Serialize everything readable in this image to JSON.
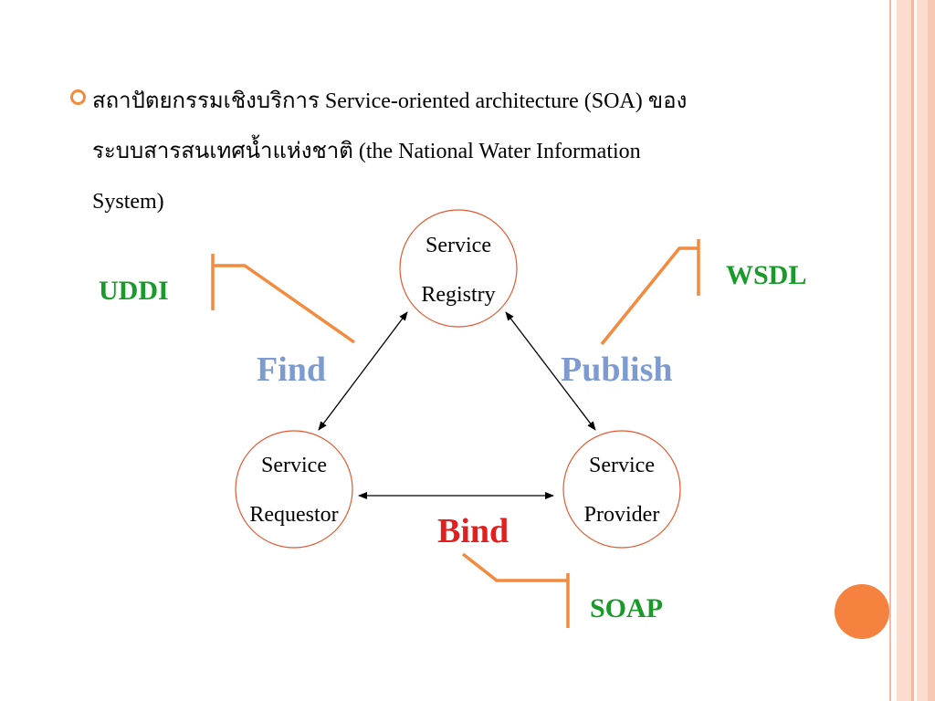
{
  "colors": {
    "accent_orange": "#f28b3e",
    "stripe_light": "#fbdccf",
    "stripe_dark": "#f4b9a2",
    "node_border": "#e2582e",
    "protocol_green": "#1a9a2a",
    "action_blue": "#7d9bd0",
    "bind_red": "#e02020"
  },
  "bullet": {
    "line1": "สถาปัตยกรรมเชิงบริการ Service-oriented architecture (SOA) ของ",
    "line2": "ระบบสารสนเทศน้ำแห่งชาติ (the National Water Information",
    "line3": "System)"
  },
  "nodes": {
    "registry": {
      "line1": "Service",
      "line2": "Registry"
    },
    "requestor": {
      "line1": "Service",
      "line2": "Requestor"
    },
    "provider": {
      "line1": "Service",
      "line2": "Provider"
    }
  },
  "actions": {
    "find": "Find",
    "publish": "Publish",
    "bind": "Bind"
  },
  "protocols": {
    "uddi": "UDDI",
    "wsdl": "WSDL",
    "soap": "SOAP"
  }
}
